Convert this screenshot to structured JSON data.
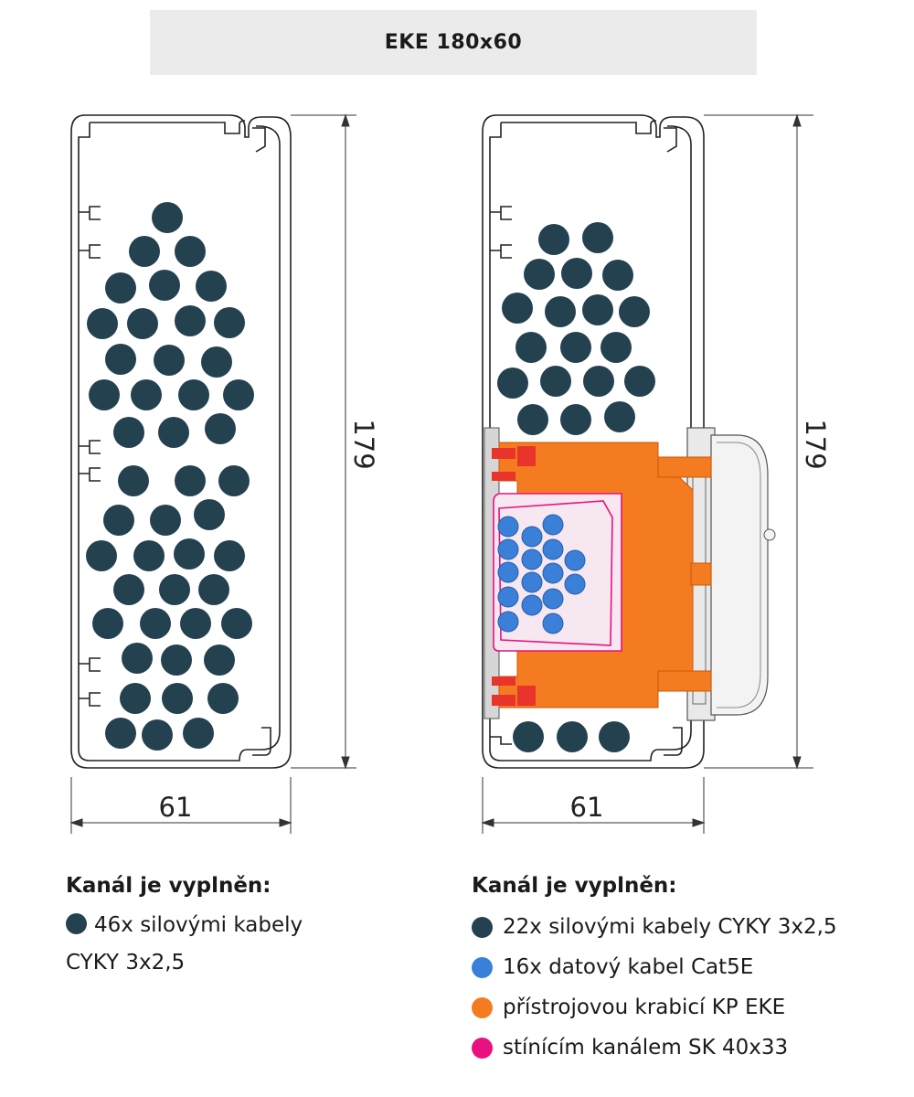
{
  "header": {
    "title": "EKE 180x60"
  },
  "left_diagram": {
    "height_label": "179",
    "width_label": "61",
    "power_cable_count": 46
  },
  "right_diagram": {
    "height_label": "179",
    "width_label": "61",
    "power_cable_count": 22,
    "data_cable_count": 16
  },
  "colors": {
    "power_cable": "#24414f",
    "data_cable": "#3a7fd8",
    "device_box": "#f47b20",
    "shield_channel": "#e8117f",
    "profile_outline": "#222222"
  },
  "legend_left": {
    "heading": "Kanál je vyplněn:",
    "text": "46x silovými kabely CYKY 3x2,5",
    "color": "#24414f"
  },
  "legend_right": {
    "heading": "Kanál je vyplněn:",
    "items": [
      {
        "text": "22x silovými kabely CYKY 3x2,5",
        "color": "#24414f"
      },
      {
        "text": "16x datový kabel Cat5E",
        "color": "#3a7fd8"
      },
      {
        "text": "přístrojovou krabicí KP EKE",
        "color": "#f47b20"
      },
      {
        "text": "stínícím kanálem SK 40x33",
        "color": "#e8117f"
      }
    ]
  }
}
